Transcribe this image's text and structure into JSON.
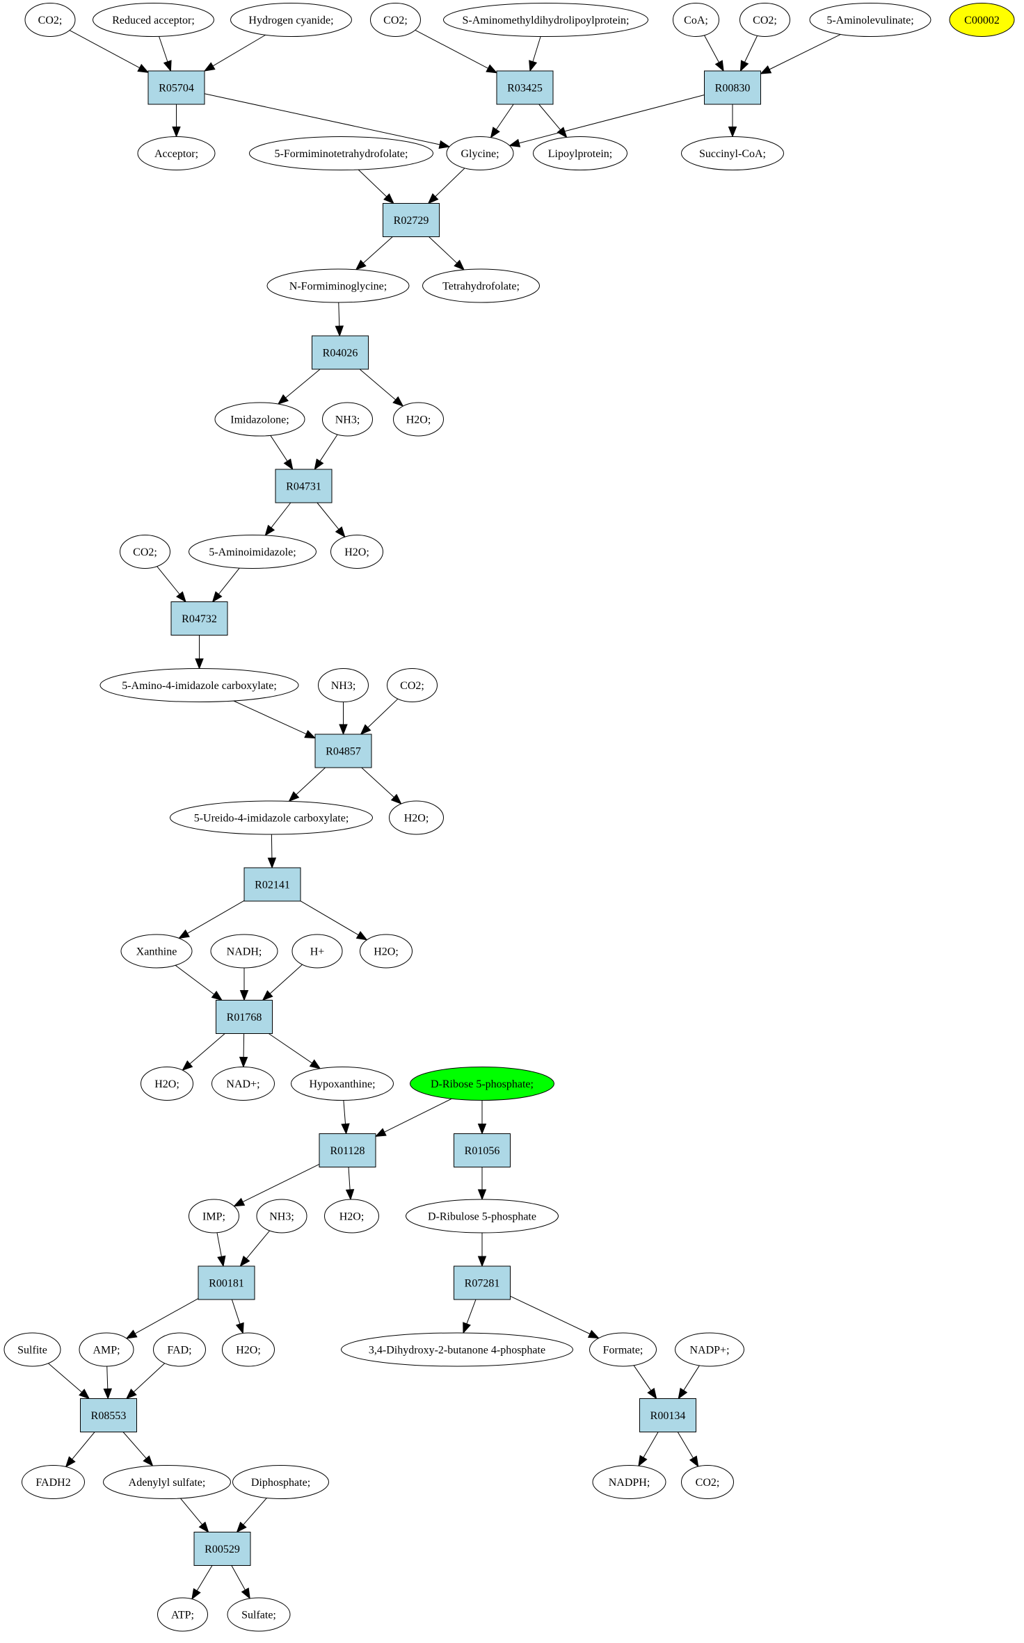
{
  "colors": {
    "reaction_fill": "#add8e6",
    "compound_fill": "#ffffff",
    "highlight_yellow": "#ffff00",
    "highlight_green": "#00ff00",
    "stroke": "#000000"
  },
  "nodes": [
    {
      "id": "n_co2_a",
      "label": "CO2;",
      "kind": "compound"
    },
    {
      "id": "n_redacc",
      "label": "Reduced acceptor;",
      "kind": "compound"
    },
    {
      "id": "n_hcn",
      "label": "Hydrogen cyanide;",
      "kind": "compound"
    },
    {
      "id": "n_co2_b",
      "label": "CO2;",
      "kind": "compound"
    },
    {
      "id": "n_samdl",
      "label": "S-Aminomethyldihydrolipoylprotein;",
      "kind": "compound"
    },
    {
      "id": "n_coa",
      "label": "CoA;",
      "kind": "compound"
    },
    {
      "id": "n_co2_c",
      "label": "CO2;",
      "kind": "compound"
    },
    {
      "id": "n_5ala",
      "label": "5-Aminolevulinate;",
      "kind": "compound"
    },
    {
      "id": "n_c00002",
      "label": "C00002",
      "kind": "compound",
      "fill": "highlight_yellow"
    },
    {
      "id": "R05704",
      "label": "R05704",
      "kind": "reaction"
    },
    {
      "id": "R03425",
      "label": "R03425",
      "kind": "reaction"
    },
    {
      "id": "R00830",
      "label": "R00830",
      "kind": "reaction"
    },
    {
      "id": "n_acceptor",
      "label": "Acceptor;",
      "kind": "compound"
    },
    {
      "id": "n_5fthf",
      "label": "5-Formiminotetrahydrofolate;",
      "kind": "compound"
    },
    {
      "id": "n_glycine",
      "label": "Glycine;",
      "kind": "compound"
    },
    {
      "id": "n_lipoyl",
      "label": "Lipoylprotein;",
      "kind": "compound"
    },
    {
      "id": "n_succoa",
      "label": "Succinyl-CoA;",
      "kind": "compound"
    },
    {
      "id": "R02729",
      "label": "R02729",
      "kind": "reaction"
    },
    {
      "id": "n_nfgly",
      "label": "N-Formiminoglycine;",
      "kind": "compound"
    },
    {
      "id": "n_thf",
      "label": "Tetrahydrofolate;",
      "kind": "compound"
    },
    {
      "id": "R04026",
      "label": "R04026",
      "kind": "reaction"
    },
    {
      "id": "n_imidaz",
      "label": "Imidazolone;",
      "kind": "compound"
    },
    {
      "id": "n_nh3_a",
      "label": "NH3;",
      "kind": "compound"
    },
    {
      "id": "n_h2o_a",
      "label": "H2O;",
      "kind": "compound"
    },
    {
      "id": "R04731",
      "label": "R04731",
      "kind": "reaction"
    },
    {
      "id": "n_co2_d",
      "label": "CO2;",
      "kind": "compound"
    },
    {
      "id": "n_5ai",
      "label": "5-Aminoimidazole;",
      "kind": "compound"
    },
    {
      "id": "n_h2o_b",
      "label": "H2O;",
      "kind": "compound"
    },
    {
      "id": "R04732",
      "label": "R04732",
      "kind": "reaction"
    },
    {
      "id": "n_5a4ic",
      "label": "5-Amino-4-imidazole carboxylate;",
      "kind": "compound"
    },
    {
      "id": "n_nh3_b",
      "label": "NH3;",
      "kind": "compound"
    },
    {
      "id": "n_co2_e",
      "label": "CO2;",
      "kind": "compound"
    },
    {
      "id": "R04857",
      "label": "R04857",
      "kind": "reaction"
    },
    {
      "id": "n_5u4ic",
      "label": "5-Ureido-4-imidazole carboxylate;",
      "kind": "compound"
    },
    {
      "id": "n_h2o_c",
      "label": "H2O;",
      "kind": "compound"
    },
    {
      "id": "R02141",
      "label": "R02141",
      "kind": "reaction"
    },
    {
      "id": "n_xanthine",
      "label": "Xanthine",
      "kind": "compound"
    },
    {
      "id": "n_nadh",
      "label": "NADH;",
      "kind": "compound"
    },
    {
      "id": "n_hplus",
      "label": "H+",
      "kind": "compound"
    },
    {
      "id": "n_h2o_d",
      "label": "H2O;",
      "kind": "compound"
    },
    {
      "id": "R01768",
      "label": "R01768",
      "kind": "reaction"
    },
    {
      "id": "n_h2o_e",
      "label": "H2O;",
      "kind": "compound"
    },
    {
      "id": "n_nadplus",
      "label": "NAD+;",
      "kind": "compound"
    },
    {
      "id": "n_hypox",
      "label": "Hypoxanthine;",
      "kind": "compound"
    },
    {
      "id": "n_r5p",
      "label": "D-Ribose 5-phosphate;",
      "kind": "compound",
      "fill": "highlight_green"
    },
    {
      "id": "R01128",
      "label": "R01128",
      "kind": "reaction"
    },
    {
      "id": "R01056",
      "label": "R01056",
      "kind": "reaction"
    },
    {
      "id": "n_imp",
      "label": "IMP;",
      "kind": "compound"
    },
    {
      "id": "n_nh3_c",
      "label": "NH3;",
      "kind": "compound"
    },
    {
      "id": "n_h2o_f",
      "label": "H2O;",
      "kind": "compound"
    },
    {
      "id": "n_ru5p",
      "label": "D-Ribulose 5-phosphate",
      "kind": "compound"
    },
    {
      "id": "R00181",
      "label": "R00181",
      "kind": "reaction"
    },
    {
      "id": "R07281",
      "label": "R07281",
      "kind": "reaction"
    },
    {
      "id": "n_sulfite",
      "label": "Sulfite",
      "kind": "compound"
    },
    {
      "id": "n_amp",
      "label": "AMP;",
      "kind": "compound"
    },
    {
      "id": "n_fad",
      "label": "FAD;",
      "kind": "compound"
    },
    {
      "id": "n_h2o_g",
      "label": "H2O;",
      "kind": "compound"
    },
    {
      "id": "n_dhbp",
      "label": "3,4-Dihydroxy-2-butanone 4-phosphate",
      "kind": "compound"
    },
    {
      "id": "n_formate",
      "label": "Formate;",
      "kind": "compound"
    },
    {
      "id": "n_nadpplus",
      "label": "NADP+;",
      "kind": "compound"
    },
    {
      "id": "R08553",
      "label": "R08553",
      "kind": "reaction"
    },
    {
      "id": "R00134",
      "label": "R00134",
      "kind": "reaction"
    },
    {
      "id": "n_fadh2",
      "label": "FADH2",
      "kind": "compound"
    },
    {
      "id": "n_aps",
      "label": "Adenylyl sulfate;",
      "kind": "compound"
    },
    {
      "id": "n_ppi",
      "label": "Diphosphate;",
      "kind": "compound"
    },
    {
      "id": "n_nadph",
      "label": "NADPH;",
      "kind": "compound"
    },
    {
      "id": "n_co2_f",
      "label": "CO2;",
      "kind": "compound"
    },
    {
      "id": "R00529",
      "label": "R00529",
      "kind": "reaction"
    },
    {
      "id": "n_atp",
      "label": "ATP;",
      "kind": "compound"
    },
    {
      "id": "n_sulfate",
      "label": "Sulfate;",
      "kind": "compound"
    }
  ],
  "edges": [
    [
      "n_co2_a",
      "R05704"
    ],
    [
      "n_redacc",
      "R05704"
    ],
    [
      "n_hcn",
      "R05704"
    ],
    [
      "R05704",
      "n_acceptor"
    ],
    [
      "R05704",
      "n_glycine"
    ],
    [
      "n_co2_b",
      "R03425"
    ],
    [
      "n_samdl",
      "R03425"
    ],
    [
      "R03425",
      "n_glycine"
    ],
    [
      "R03425",
      "n_lipoyl"
    ],
    [
      "n_coa",
      "R00830"
    ],
    [
      "n_co2_c",
      "R00830"
    ],
    [
      "n_5ala",
      "R00830"
    ],
    [
      "R00830",
      "n_glycine"
    ],
    [
      "R00830",
      "n_succoa"
    ],
    [
      "n_5fthf",
      "R02729"
    ],
    [
      "n_glycine",
      "R02729"
    ],
    [
      "R02729",
      "n_nfgly"
    ],
    [
      "R02729",
      "n_thf"
    ],
    [
      "n_nfgly",
      "R04026"
    ],
    [
      "R04026",
      "n_imidaz"
    ],
    [
      "R04026",
      "n_h2o_a"
    ],
    [
      "n_imidaz",
      "R04731"
    ],
    [
      "n_nh3_a",
      "R04731"
    ],
    [
      "R04731",
      "n_5ai"
    ],
    [
      "R04731",
      "n_h2o_b"
    ],
    [
      "n_co2_d",
      "R04732"
    ],
    [
      "n_5ai",
      "R04732"
    ],
    [
      "R04732",
      "n_5a4ic"
    ],
    [
      "n_5a4ic",
      "R04857"
    ],
    [
      "n_nh3_b",
      "R04857"
    ],
    [
      "n_co2_e",
      "R04857"
    ],
    [
      "R04857",
      "n_5u4ic"
    ],
    [
      "R04857",
      "n_h2o_c"
    ],
    [
      "n_5u4ic",
      "R02141"
    ],
    [
      "R02141",
      "n_xanthine"
    ],
    [
      "R02141",
      "n_h2o_d"
    ],
    [
      "n_xanthine",
      "R01768"
    ],
    [
      "n_nadh",
      "R01768"
    ],
    [
      "n_hplus",
      "R01768"
    ],
    [
      "R01768",
      "n_h2o_e"
    ],
    [
      "R01768",
      "n_nadplus"
    ],
    [
      "R01768",
      "n_hypox"
    ],
    [
      "n_hypox",
      "R01128"
    ],
    [
      "n_r5p",
      "R01128"
    ],
    [
      "R01128",
      "n_imp"
    ],
    [
      "R01128",
      "n_h2o_f"
    ],
    [
      "n_r5p",
      "R01056"
    ],
    [
      "R01056",
      "n_ru5p"
    ],
    [
      "n_imp",
      "R00181"
    ],
    [
      "n_nh3_c",
      "R00181"
    ],
    [
      "R00181",
      "n_amp"
    ],
    [
      "R00181",
      "n_h2o_g"
    ],
    [
      "n_ru5p",
      "R07281"
    ],
    [
      "R07281",
      "n_dhbp"
    ],
    [
      "R07281",
      "n_formate"
    ],
    [
      "n_sulfite",
      "R08553"
    ],
    [
      "n_amp",
      "R08553"
    ],
    [
      "n_fad",
      "R08553"
    ],
    [
      "R08553",
      "n_fadh2"
    ],
    [
      "R08553",
      "n_aps"
    ],
    [
      "n_formate",
      "R00134"
    ],
    [
      "n_nadpplus",
      "R00134"
    ],
    [
      "R00134",
      "n_nadph"
    ],
    [
      "R00134",
      "n_co2_f"
    ],
    [
      "n_aps",
      "R00529"
    ],
    [
      "n_ppi",
      "R00529"
    ],
    [
      "R00529",
      "n_atp"
    ],
    [
      "R00529",
      "n_sulfate"
    ]
  ]
}
